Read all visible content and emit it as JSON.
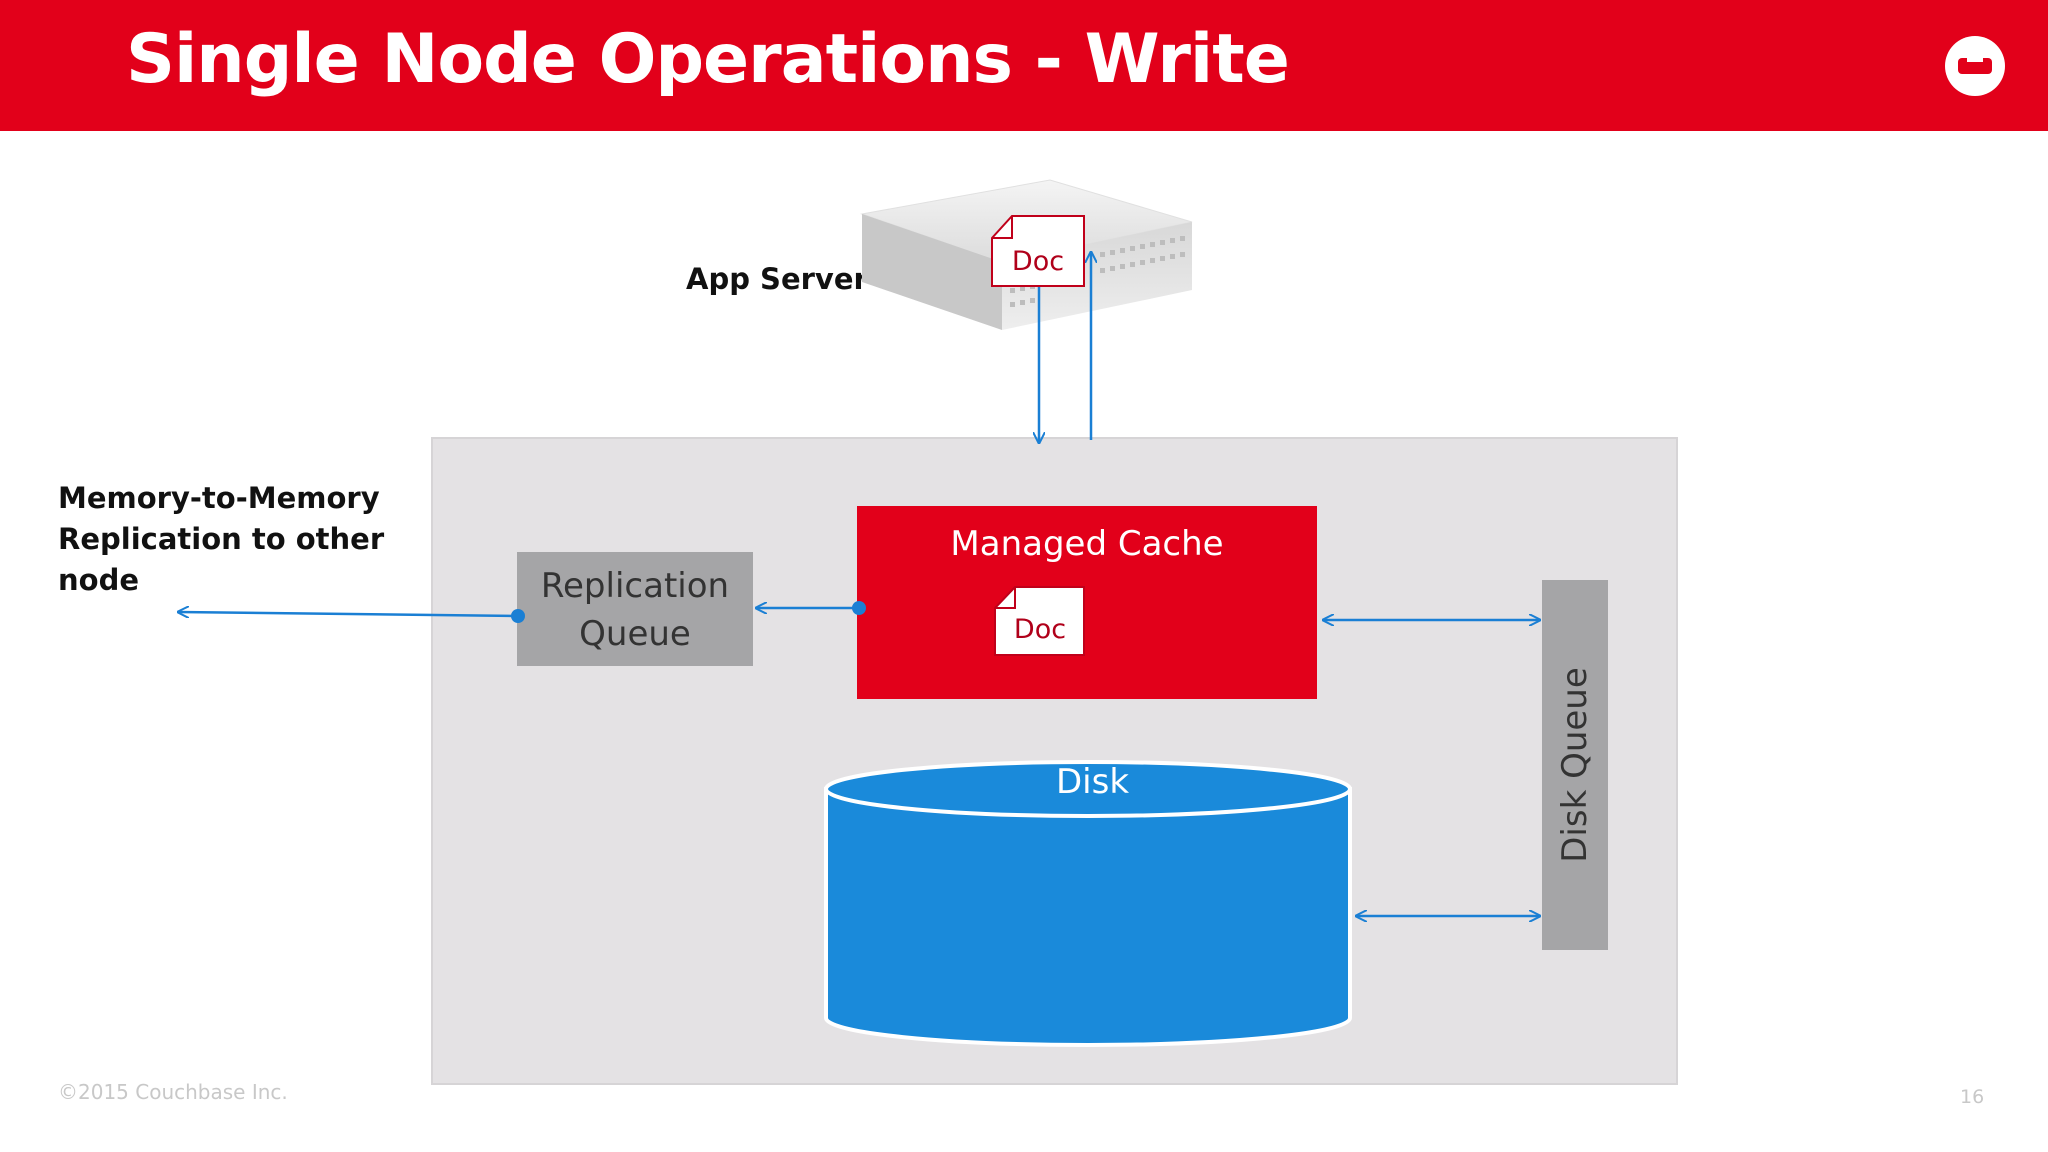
{
  "slide": {
    "title": "Single Node Operations - Write",
    "page_number": "16",
    "copyright": "©2015 Couchbase Inc."
  },
  "diagram": {
    "app_server_label": "App Server",
    "doc_label": "Doc",
    "managed_cache_label": "Managed Cache",
    "replication_queue_label": "Replication Queue",
    "disk_queue_label": "Disk Queue",
    "disk_label": "Disk",
    "replication_note": "Memory-to-Memory Replication to other node"
  },
  "colors": {
    "brand_red": "#e2001a",
    "disk_blue": "#1a8ada",
    "queue_gray": "#a5a5a7",
    "node_bg": "#e4e2e4",
    "arrow_blue": "#1a7fd4"
  },
  "icons": [
    "couchbase-logo-icon",
    "server-icon",
    "document-icon"
  ]
}
